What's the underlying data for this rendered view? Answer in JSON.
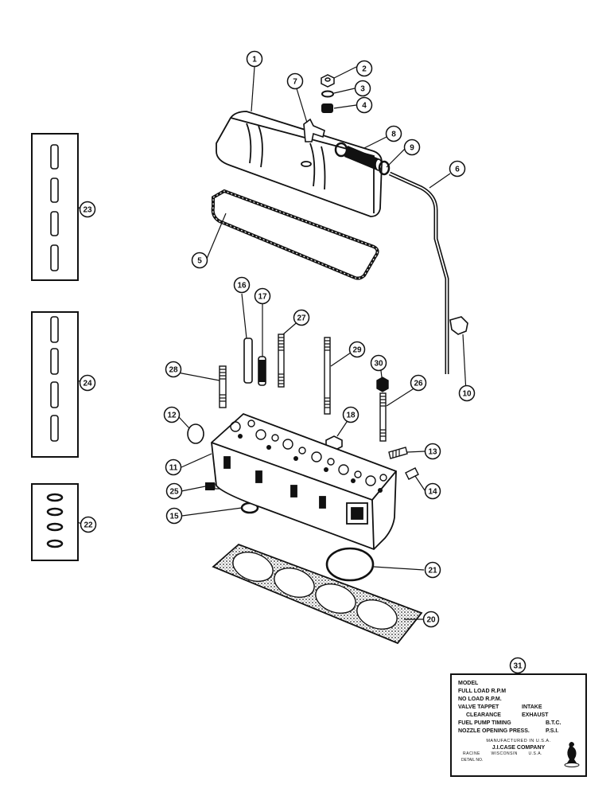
{
  "callouts": [
    "1",
    "2",
    "3",
    "4",
    "5",
    "6",
    "7",
    "8",
    "9",
    "10",
    "11",
    "12",
    "13",
    "14",
    "15",
    "16",
    "17",
    "18",
    "20",
    "21",
    "22",
    "23",
    "24",
    "25",
    "26",
    "27",
    "28",
    "29",
    "30",
    "31"
  ],
  "nameplate": {
    "rows": [
      {
        "left": "MODEL",
        "right": ""
      },
      {
        "left": "FULL LOAD R.P.M",
        "right": ""
      },
      {
        "left": "NO LOAD R.P.M.",
        "right": ""
      },
      {
        "left": "VALVE TAPPET",
        "right": "INTAKE"
      },
      {
        "left": "CLEARANCE",
        "right": "EXHAUST"
      },
      {
        "left": "FUEL PUMP TIMING",
        "right": "B.T.C."
      },
      {
        "left": "NOZZLE OPENING PRESS.",
        "right": "P.S.I."
      }
    ],
    "manufactured": "MANUFACTURED IN U.S.A.",
    "company": "J.I.CASE COMPANY",
    "city": "RACINE",
    "state": "WISCONSIN",
    "country": "U.S.A.",
    "serial": "DETAIL NO."
  }
}
